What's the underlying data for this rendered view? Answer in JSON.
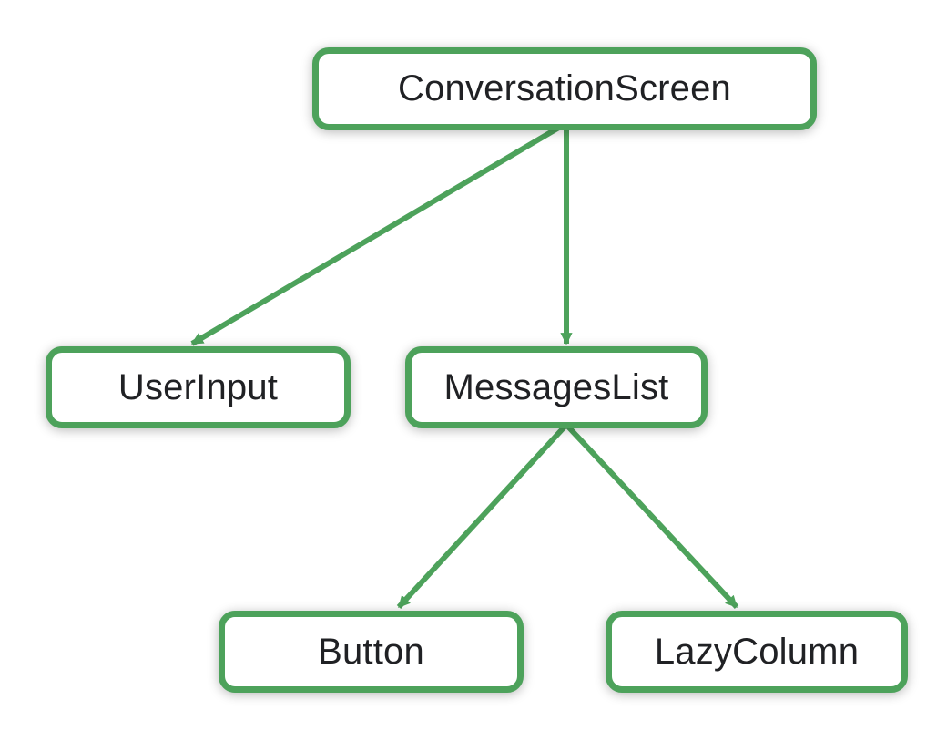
{
  "diagram": {
    "type": "tree",
    "description": "Compose UI component hierarchy",
    "accent_color": "#4DA25B",
    "node_fill": "#FFFFFF",
    "text_color": "#202124",
    "background_color": "#FFFFFF",
    "nodes": [
      {
        "id": "conversation-screen",
        "label": "ConversationScreen",
        "level": 0
      },
      {
        "id": "user-input",
        "label": "UserInput",
        "level": 1
      },
      {
        "id": "messages-list",
        "label": "MessagesList",
        "level": 1
      },
      {
        "id": "button",
        "label": "Button",
        "level": 2
      },
      {
        "id": "lazy-column",
        "label": "LazyColumn",
        "level": 2
      }
    ],
    "edges": [
      {
        "from": "ConversationScreen",
        "to": "UserInput"
      },
      {
        "from": "ConversationScreen",
        "to": "MessagesList"
      },
      {
        "from": "MessagesList",
        "to": "Button"
      },
      {
        "from": "MessagesList",
        "to": "LazyColumn"
      }
    ]
  }
}
